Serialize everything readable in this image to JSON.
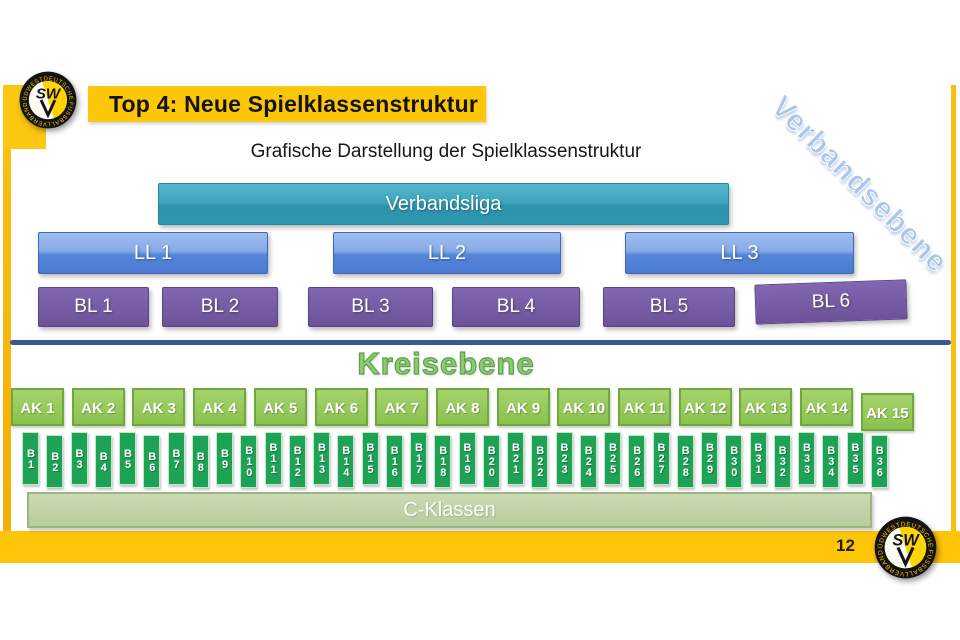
{
  "slide": {
    "title": "Top 4: Neue Spielklassenstruktur",
    "subtitle": "Grafische Darstellung der Spielklassenstruktur",
    "page_number": "12"
  },
  "logo": {
    "monogram": "SW",
    "ring_text_top": "SÜDWESTDEUTSCHER",
    "ring_text_bottom": "FUSSBALLVERBAND"
  },
  "diagram": {
    "verbandsebene_label": "Verbandsebene",
    "verbandsliga_label": "Verbandsliga",
    "landesligen": [
      "LL 1",
      "LL 2",
      "LL 3"
    ],
    "bezirksligen": [
      "BL 1",
      "BL 2",
      "BL 3",
      "BL 4",
      "BL 5",
      "BL 6"
    ],
    "kreisebene_heading": "Kreisebene",
    "a_klassen": [
      "AK 1",
      "AK 2",
      "AK 3",
      "AK 4",
      "AK 5",
      "AK 6",
      "AK 7",
      "AK 8",
      "AK 9",
      "AK 10",
      "AK 11",
      "AK 12",
      "AK 13",
      "AK 14",
      "AK 15"
    ],
    "b_klassen": [
      "B1",
      "B2",
      "B3",
      "B4",
      "B5",
      "B6",
      "B7",
      "B8",
      "B9",
      "B10",
      "B11",
      "B12",
      "B13",
      "B14",
      "B15",
      "B16",
      "B17",
      "B18",
      "B19",
      "B20",
      "B21",
      "B22",
      "B23",
      "B24",
      "B25",
      "B26",
      "B27",
      "B28",
      "B29",
      "B30",
      "B31",
      "B32",
      "B33",
      "B34",
      "B35",
      "B36"
    ],
    "c_klassen_label": "C-Klassen"
  },
  "colors": {
    "accent_yellow": "#FCC609",
    "verbandsliga_teal": "#3BA3BC",
    "landesliga_blue": "#5584D8",
    "bezirksliga_purple": "#6B5299",
    "divider_blue": "#3A5795",
    "kreisebene_green": "#8DC96E",
    "ak_green": "#8BC24E",
    "b_green": "#1EA356",
    "c_pale_green": "#B8CC9C",
    "verbandsebene_blue": "#A9C7EA"
  }
}
